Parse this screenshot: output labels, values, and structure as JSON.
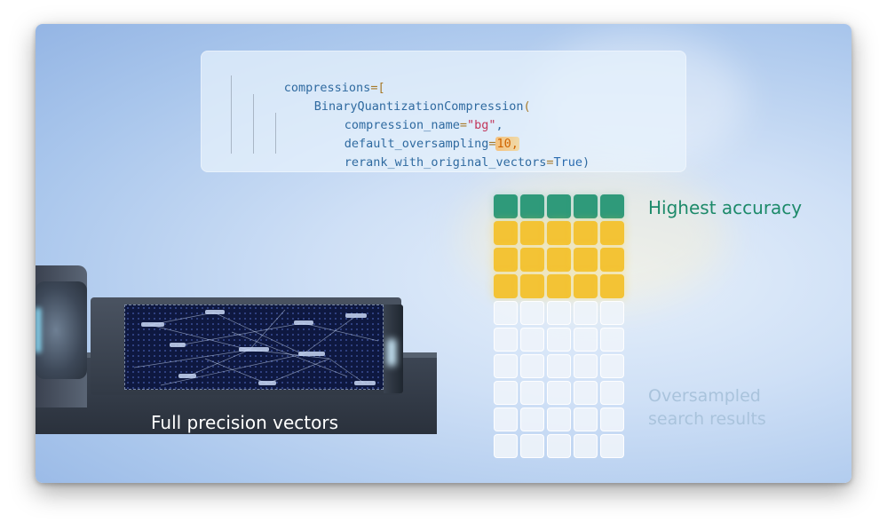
{
  "code": {
    "lines": [
      {
        "part1": "compressions",
        "part2": "=",
        "part3": "["
      },
      {
        "part1": "BinaryQuantizationCompression",
        "part2": "("
      },
      {
        "part1": "compression_name",
        "part2": "=",
        "part3": "\"bg\"",
        "part4": ","
      },
      {
        "part1": "default_oversampling",
        "part2": "=",
        "part3": "10",
        "part4": ","
      },
      {
        "part1": "rerank_with_original_vectors",
        "part2": "=",
        "part3": "True",
        "part4": ")"
      }
    ]
  },
  "grid": {
    "columns": 5,
    "rows": [
      "green",
      "yellow",
      "yellow",
      "yellow",
      "white",
      "white",
      "white",
      "white",
      "white",
      "white"
    ]
  },
  "labels": {
    "highest_accuracy": "Highest accuracy",
    "oversampled_line1": "Oversampled",
    "oversampled_line2": "search results",
    "full_precision": "Full precision vectors"
  },
  "colors": {
    "green": "#2f9a7a",
    "yellow": "#f3c335",
    "accent_text": "#1d8a6a"
  }
}
